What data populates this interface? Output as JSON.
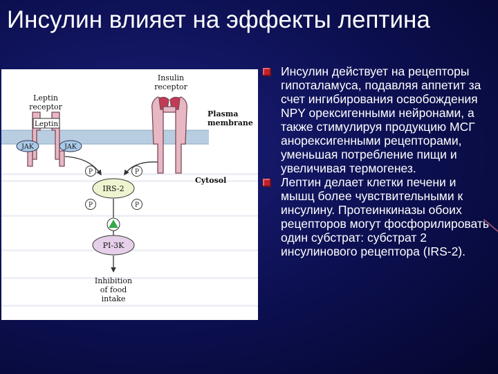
{
  "title": "Инсулин влияет на эффекты лептина",
  "diagram": {
    "leptin_receptor_label_line1": "Leptin",
    "leptin_receptor_label_line2": "receptor",
    "leptin_label": "Leptin",
    "jak_left": "JAK",
    "jak_right": "JAK",
    "insulin_receptor_label_line1": "Insulin",
    "insulin_receptor_label_line2": "receptor",
    "plasma_membrane_line1": "Plasma",
    "plasma_membrane_line2": "membrane",
    "cytosol_label": "Cytosol",
    "p_label": "P",
    "irs2_label": "IRS-2",
    "pi3k_label": "PI-3K",
    "inhibition_line1": "Inhibition",
    "inhibition_line2": "of food",
    "inhibition_line3": "intake",
    "colors": {
      "membrane": "#b8cde0",
      "leptin_receptor": "#e7b7c4",
      "insulin_receptor": "#e7b7c4",
      "jak": "#a9cbe8",
      "irs2": "#eef4cf",
      "pi3k": "#e6cfe8",
      "activation_triangle": "#3aa84a"
    }
  },
  "bullets": [
    "Инсулин действует на рецепторы гипоталамуса, подавляя аппетит за счет ингибирования освобождения NPY орексигенными нейронами, а также стимулируя продукцию МСГ анорексигенными рецепторами, уменьшая потребление пищи и увеличивая термогенез.",
    "Лептин делает клетки печени и мышц более чувствительными к инсулину. Протеинкиназы обоих рецепторов могут фосфорилировать один субстрат: субстрат 2 инсулинового рецептора (IRS-2)."
  ],
  "colors": {
    "background": "#0c0f4f",
    "bullet_marker": "#c0202a",
    "text": "#ffffff"
  }
}
